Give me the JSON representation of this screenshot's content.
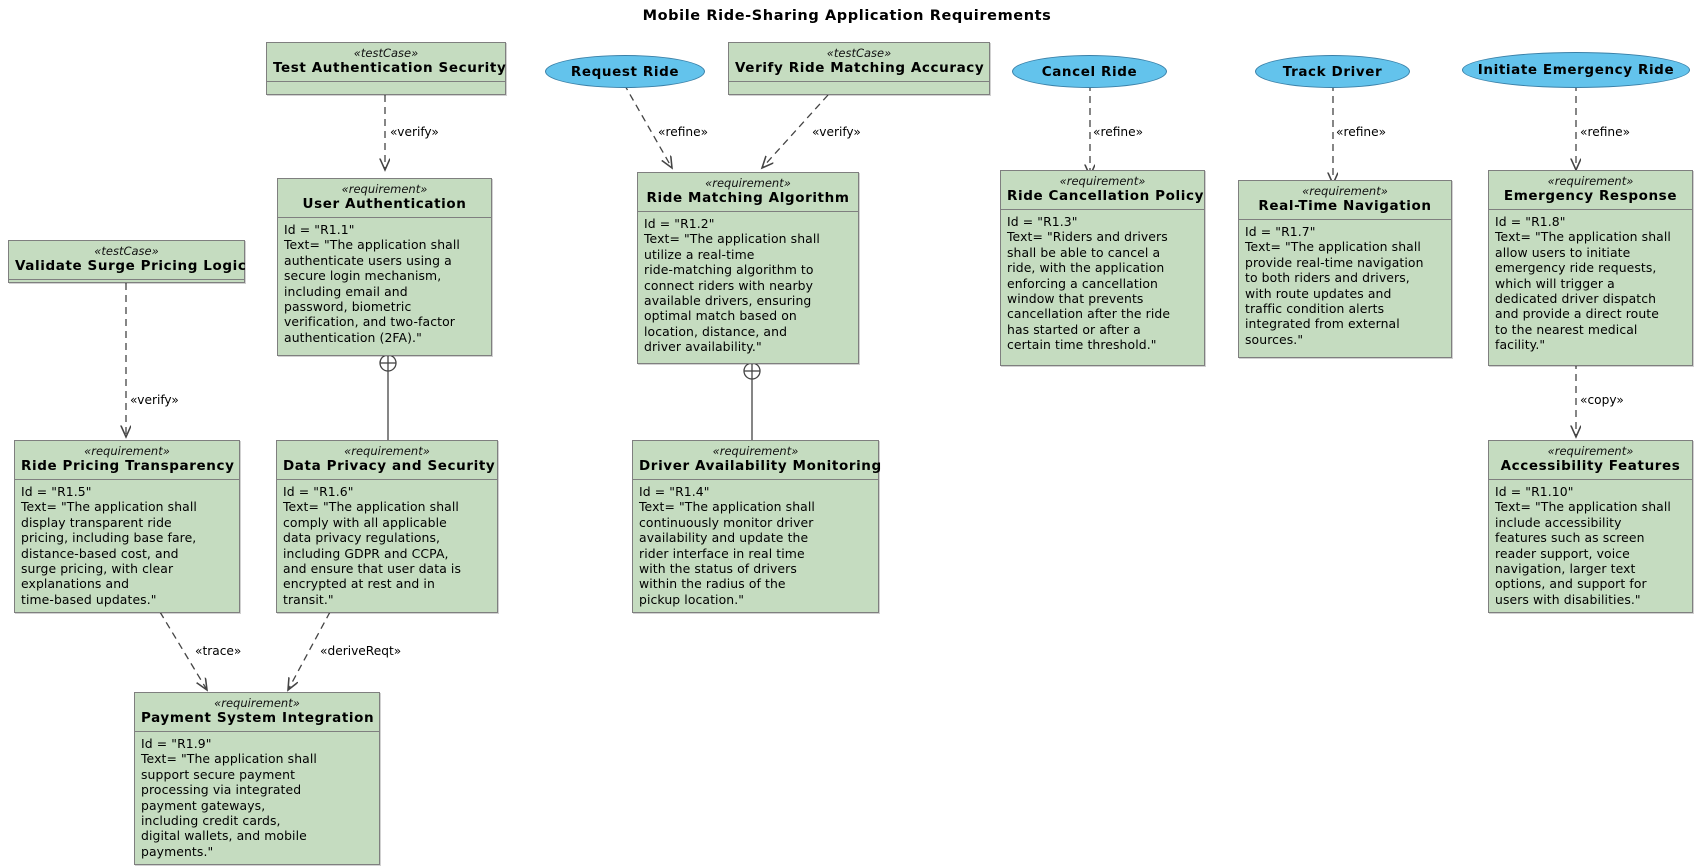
{
  "diagram": {
    "title": "Mobile Ride-Sharing Application Requirements",
    "stereotype_requirement": "«requirement»",
    "stereotype_testcase": "«testCase»"
  },
  "use_cases": [
    {
      "id": "uc-request-ride",
      "label": "Request Ride"
    },
    {
      "id": "uc-cancel-ride",
      "label": "Cancel Ride"
    },
    {
      "id": "uc-track-driver",
      "label": "Track Driver"
    },
    {
      "id": "uc-initiate-emergency-ride",
      "label": "Initiate Emergency Ride"
    }
  ],
  "test_cases": [
    {
      "id": "tc-test-authentication-security",
      "stereotype": "«testCase»",
      "name": "Test Authentication Security"
    },
    {
      "id": "tc-verify-ride-matching-accuracy",
      "stereotype": "«testCase»",
      "name": "Verify Ride Matching Accuracy"
    },
    {
      "id": "tc-validate-surge-pricing-logic",
      "stereotype": "«testCase»",
      "name": "Validate Surge Pricing Logic"
    }
  ],
  "requirements": [
    {
      "id": "req-user-authentication",
      "stereotype": "«requirement»",
      "name": "User Authentication",
      "body": "Id =  \"R1.1\"\nText= \"The application shall\nauthenticate users using a\nsecure login mechanism,\nincluding email and\npassword, biometric\nverification, and two-factor\nauthentication (2FA).\""
    },
    {
      "id": "req-ride-matching-algorithm",
      "stereotype": "«requirement»",
      "name": "Ride Matching Algorithm",
      "body": "Id =  \"R1.2\"\nText= \"The application shall\nutilize a real-time\nride-matching algorithm to\nconnect riders with nearby\navailable drivers, ensuring\noptimal match based on\nlocation, distance, and\ndriver availability.\""
    },
    {
      "id": "req-ride-cancellation-policy",
      "stereotype": "«requirement»",
      "name": "Ride Cancellation Policy",
      "body": "Id =  \"R1.3\"\nText= \"Riders and drivers\nshall be able to cancel a\nride, with the application\nenforcing a cancellation\nwindow that prevents\ncancellation after the ride\nhas started or after a\ncertain time threshold.\""
    },
    {
      "id": "req-real-time-navigation",
      "stereotype": "«requirement»",
      "name": "Real-Time Navigation",
      "body": "Id =  \"R1.7\"\nText= \"The application shall\nprovide real-time navigation\nto both riders and drivers,\nwith route updates and\ntraffic condition alerts\nintegrated from external\nsources.\""
    },
    {
      "id": "req-emergency-response",
      "stereotype": "«requirement»",
      "name": "Emergency Response",
      "body": "Id =  \"R1.8\"\nText= \"The application shall\nallow users to initiate\nemergency ride requests,\nwhich will trigger a\ndedicated driver dispatch\nand provide a direct route\nto the nearest medical\nfacility.\""
    },
    {
      "id": "req-ride-pricing-transparency",
      "stereotype": "«requirement»",
      "name": "Ride Pricing Transparency",
      "body": "Id =  \"R1.5\"\nText= \"The application shall\ndisplay transparent ride\npricing, including base fare,\ndistance-based cost, and\nsurge pricing, with clear\nexplanations and\ntime-based updates.\""
    },
    {
      "id": "req-data-privacy-and-security",
      "stereotype": "«requirement»",
      "name": "Data Privacy and Security",
      "body": "Id =  \"R1.6\"\nText= \"The application shall\ncomply with all applicable\ndata privacy regulations,\nincluding GDPR and CCPA,\nand ensure that user data is\nencrypted at rest and in\ntransit.\""
    },
    {
      "id": "req-driver-availability-monitoring",
      "stereotype": "«requirement»",
      "name": "Driver Availability Monitoring",
      "body": "Id =  \"R1.4\"\nText= \"The application shall\ncontinuously monitor driver\navailability and update the\nrider interface in real time\nwith the status of drivers\nwithin the radius of the\npickup location.\""
    },
    {
      "id": "req-accessibility-features",
      "stereotype": "«requirement»",
      "name": "Accessibility Features",
      "body": "Id =  \"R1.10\"\nText= \"The application shall\ninclude accessibility\nfeatures such as screen\nreader support, voice\nnavigation, larger text\noptions, and support for\nusers with disabilities.\""
    },
    {
      "id": "req-payment-system-integration",
      "stereotype": "«requirement»",
      "name": "Payment System Integration",
      "body": "Id =  \"R1.9\"\nText= \"The application shall\nsupport secure payment\nprocessing via integrated\npayment gateways,\nincluding credit cards,\ndigital wallets, and mobile\npayments.\""
    }
  ],
  "relationships": [
    {
      "id": "rel-verify-authentication",
      "label": "«verify»",
      "from": "tc-test-authentication-security",
      "to": "req-user-authentication"
    },
    {
      "id": "rel-refine-request-ride",
      "label": "«refine»",
      "from": "uc-request-ride",
      "to": "req-ride-matching-algorithm"
    },
    {
      "id": "rel-verify-ride-matching",
      "label": "«verify»",
      "from": "tc-verify-ride-matching-accuracy",
      "to": "req-ride-matching-algorithm"
    },
    {
      "id": "rel-refine-cancel-ride",
      "label": "«refine»",
      "from": "uc-cancel-ride",
      "to": "req-ride-cancellation-policy"
    },
    {
      "id": "rel-refine-track-driver",
      "label": "«refine»",
      "from": "uc-track-driver",
      "to": "req-real-time-navigation"
    },
    {
      "id": "rel-refine-emergency",
      "label": "«refine»",
      "from": "uc-initiate-emergency-ride",
      "to": "req-emergency-response"
    },
    {
      "id": "rel-verify-surge-pricing",
      "label": "«verify»",
      "from": "tc-validate-surge-pricing-logic",
      "to": "req-ride-pricing-transparency"
    },
    {
      "id": "rel-copy-accessibility",
      "label": "«copy»",
      "from": "req-emergency-response",
      "to": "req-accessibility-features"
    },
    {
      "id": "rel-trace-payment",
      "label": "«trace»",
      "from": "req-ride-pricing-transparency",
      "to": "req-payment-system-integration"
    },
    {
      "id": "rel-derivereqt-payment",
      "label": "«deriveReqt»",
      "from": "req-data-privacy-and-security",
      "to": "req-payment-system-integration"
    }
  ],
  "containments": [
    {
      "id": "cont-user-auth-data-privacy",
      "parent": "req-user-authentication",
      "child": "req-data-privacy-and-security"
    },
    {
      "id": "cont-ride-match-driver-avail",
      "parent": "req-ride-matching-algorithm",
      "child": "req-driver-availability-monitoring"
    }
  ],
  "colors": {
    "requirement_fill": "#c5dcc0",
    "usecase_fill": "#63c3ec",
    "border": "#7f7f7f",
    "line": "#555555"
  }
}
